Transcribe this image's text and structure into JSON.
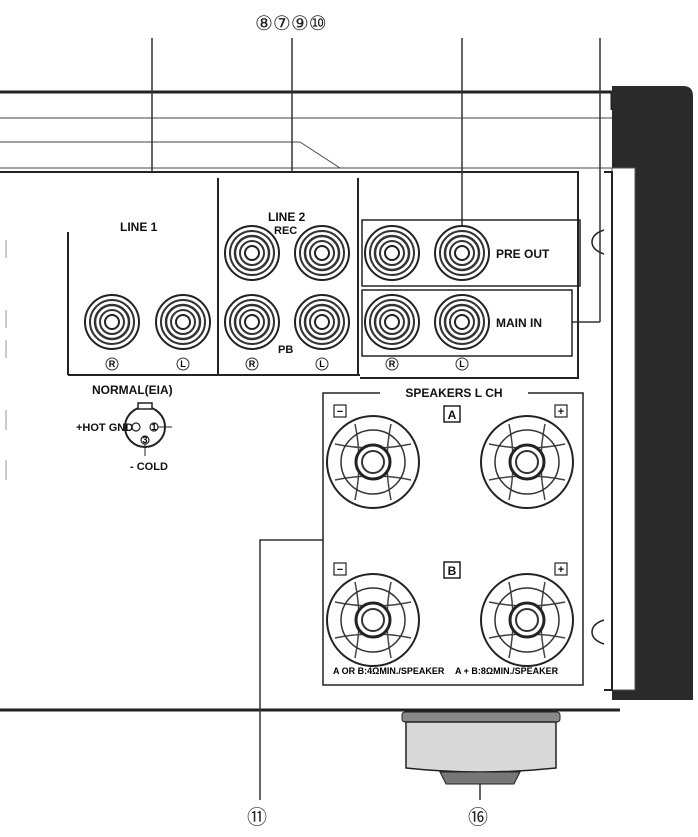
{
  "callouts": {
    "top": [
      "⑧⑦⑨⑩"
    ],
    "bottom_speakers": "⑪",
    "bottom_foot": "⑯"
  },
  "labels": {
    "line1": "LINE 1",
    "line2": "LINE 2",
    "rec": "REC",
    "pb": "PB",
    "pre_out": "PRE OUT",
    "main_in": "MAIN IN",
    "normal_eia": "NORMAL(EIA)",
    "hot_gnd": "+HOT GND",
    "cold": "- COLD",
    "speakers_lch": "SPEAKERS L CH",
    "speaker_a": "A",
    "speaker_b": "B",
    "minus": "−",
    "plus": "+",
    "impedance_a_or_b": "A OR B:4ΩMIN./SPEAKER",
    "impedance_a_plus_b": "A + B:8ΩMIN./SPEAKER",
    "ch_r": "R",
    "ch_l": "L",
    "pin1": "1",
    "pin3": "3"
  }
}
